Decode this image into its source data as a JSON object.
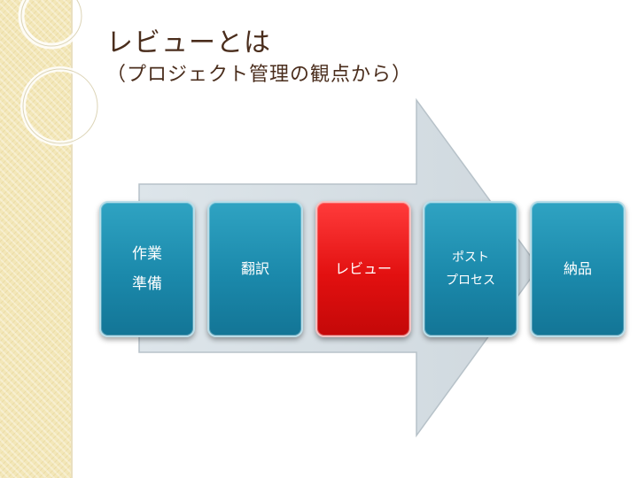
{
  "slide": {
    "title": "レビューとは",
    "subtitle": "（プロジェクト管理の観点から）"
  },
  "process": {
    "steps": [
      {
        "lines": [
          "作業",
          "準備"
        ],
        "active": false
      },
      {
        "lines": [
          "翻訳"
        ],
        "active": false
      },
      {
        "lines": [
          "レビュー"
        ],
        "active": true
      },
      {
        "lines": [
          "ポスト",
          "プロセス"
        ],
        "active": false
      },
      {
        "lines": [
          "納品"
        ],
        "active": false
      }
    ]
  },
  "colors": {
    "box_blue": "#1b89ab",
    "box_red": "#e21010",
    "arrow_fill": "#d4dde3",
    "title_text": "#4a2d1c",
    "strip": "#f3e7b8"
  }
}
